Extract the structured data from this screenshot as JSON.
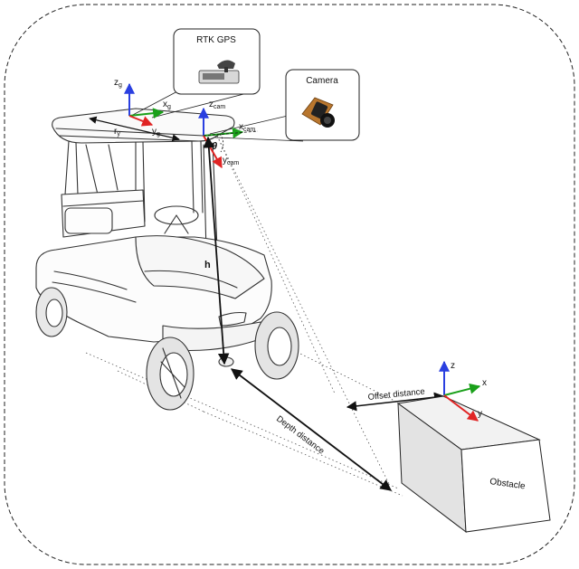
{
  "callouts": {
    "gps_title": "RTK GPS",
    "camera_title": "Camera"
  },
  "labels": {
    "zg": "z",
    "zg_sub": "g",
    "xg": "x",
    "xg_sub": "g",
    "yg": "y",
    "yg_sub": "g",
    "ry": "r",
    "ry_sub": "y",
    "zcam": "z",
    "zcam_sub": "cam",
    "xcam": "x",
    "xcam_sub": "cam",
    "ycam": "y",
    "ycam_sub": "cam",
    "theta": "θ",
    "h": "h",
    "z": "z",
    "x": "x",
    "y": "y",
    "offset_distance": "Offset distance",
    "depth_distance": "Depth distance",
    "obstacle": "Obstacle"
  },
  "colors": {
    "axis_z": "#2a3fe0",
    "axis_x": "#1aa01a",
    "axis_y": "#e02424",
    "line": "#111111",
    "obstacle_front": "#e6e6e6",
    "obstacle_top": "#f2f2f2",
    "obstacle_side": "#ffffff"
  }
}
